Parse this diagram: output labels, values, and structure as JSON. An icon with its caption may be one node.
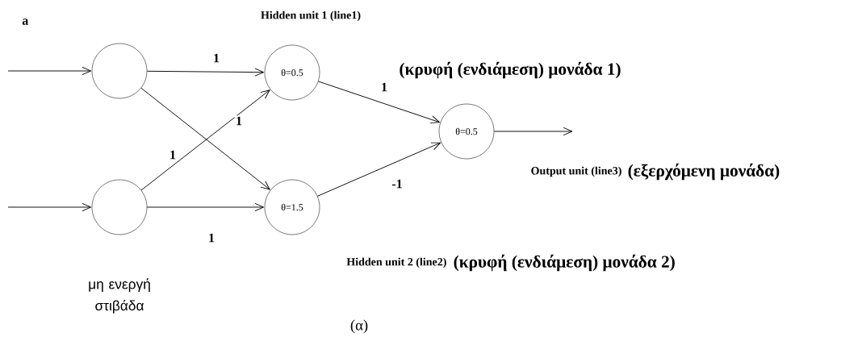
{
  "diagram": {
    "caption": "(α)",
    "nodes": [
      {
        "text": [],
        "shape": "circle"
      },
      {
        "text": [],
        "shape": "circle"
      },
      {
        "text": [
          "θ=0.5"
        ],
        "beside": [
          "Hidden unit 1 (line1)"
        ]
      },
      {
        "text": [
          "θ=1.5"
        ],
        "beside": [
          "Hidden unit 2 (line2)",
          "(κρυφή (ενδιάμεση) μονάδα 2)"
        ]
      },
      {
        "text": [
          "θ=0.5"
        ],
        "beside": [
          "Output unit (line3)",
          "(εξερχόμενη μονάδα)"
        ]
      }
    ],
    "edges": [
      {
        "from": null,
        "to": 0,
        "arrow": "to"
      },
      {
        "from": null,
        "to": 1,
        "arrow": "to"
      },
      {
        "from": 0,
        "to": 2,
        "arrow": "to",
        "label": "1"
      },
      {
        "from": 0,
        "to": 3,
        "arrow": "to"
      },
      {
        "from": 1,
        "to": 2,
        "arrow": "to",
        "label": "1"
      },
      {
        "from": 1,
        "to": 3,
        "arrow": "to",
        "label": "1"
      },
      {
        "from": 2,
        "to": 4,
        "arrow": "to",
        "label": "1"
      },
      {
        "from": 3,
        "to": 4,
        "arrow": "to",
        "label": "-1"
      },
      {
        "from": 4,
        "to": null,
        "arrow": "to"
      }
    ],
    "labels": [
      "a",
      "(κρυφή (ενδιάμεση) μονάδα 1)",
      "1",
      "μη ενεργή στιβάδα"
    ]
  }
}
